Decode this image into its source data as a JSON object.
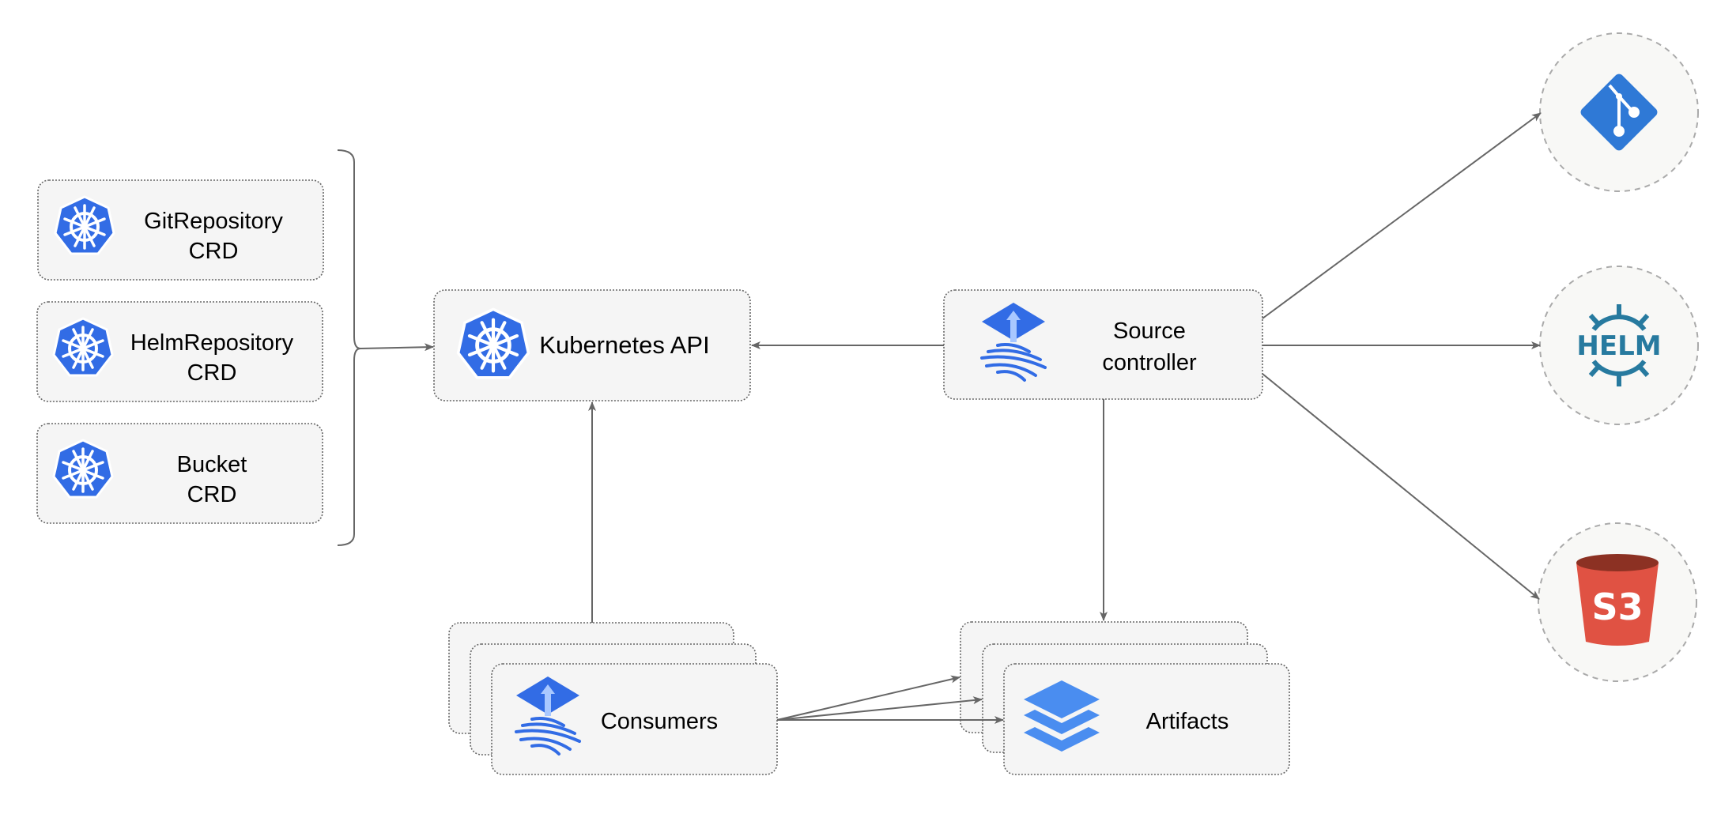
{
  "crds": [
    {
      "line1": "GitRepository",
      "line2": "CRD"
    },
    {
      "line1": "HelmRepository",
      "line2": "CRD"
    },
    {
      "line1": "Bucket",
      "line2": "CRD"
    }
  ],
  "kubernetes_api": {
    "label": "Kubernetes API"
  },
  "source_controller": {
    "line1": "Source",
    "line2": "controller"
  },
  "consumers": {
    "label": "Consumers"
  },
  "artifacts": {
    "label": "Artifacts"
  },
  "sources": {
    "git": {
      "icon": "git-icon"
    },
    "helm": {
      "icon": "helm-icon",
      "text": "HELM"
    },
    "s3": {
      "icon": "s3-bucket-icon",
      "text": "S3"
    }
  },
  "colors": {
    "kubernetes_blue": "#326CE5",
    "git_blue": "#2F79D6",
    "helm_teal": "#277A9F",
    "s3_red": "#E05243",
    "s3_dark": "#8C3123",
    "edge": "#666666"
  }
}
